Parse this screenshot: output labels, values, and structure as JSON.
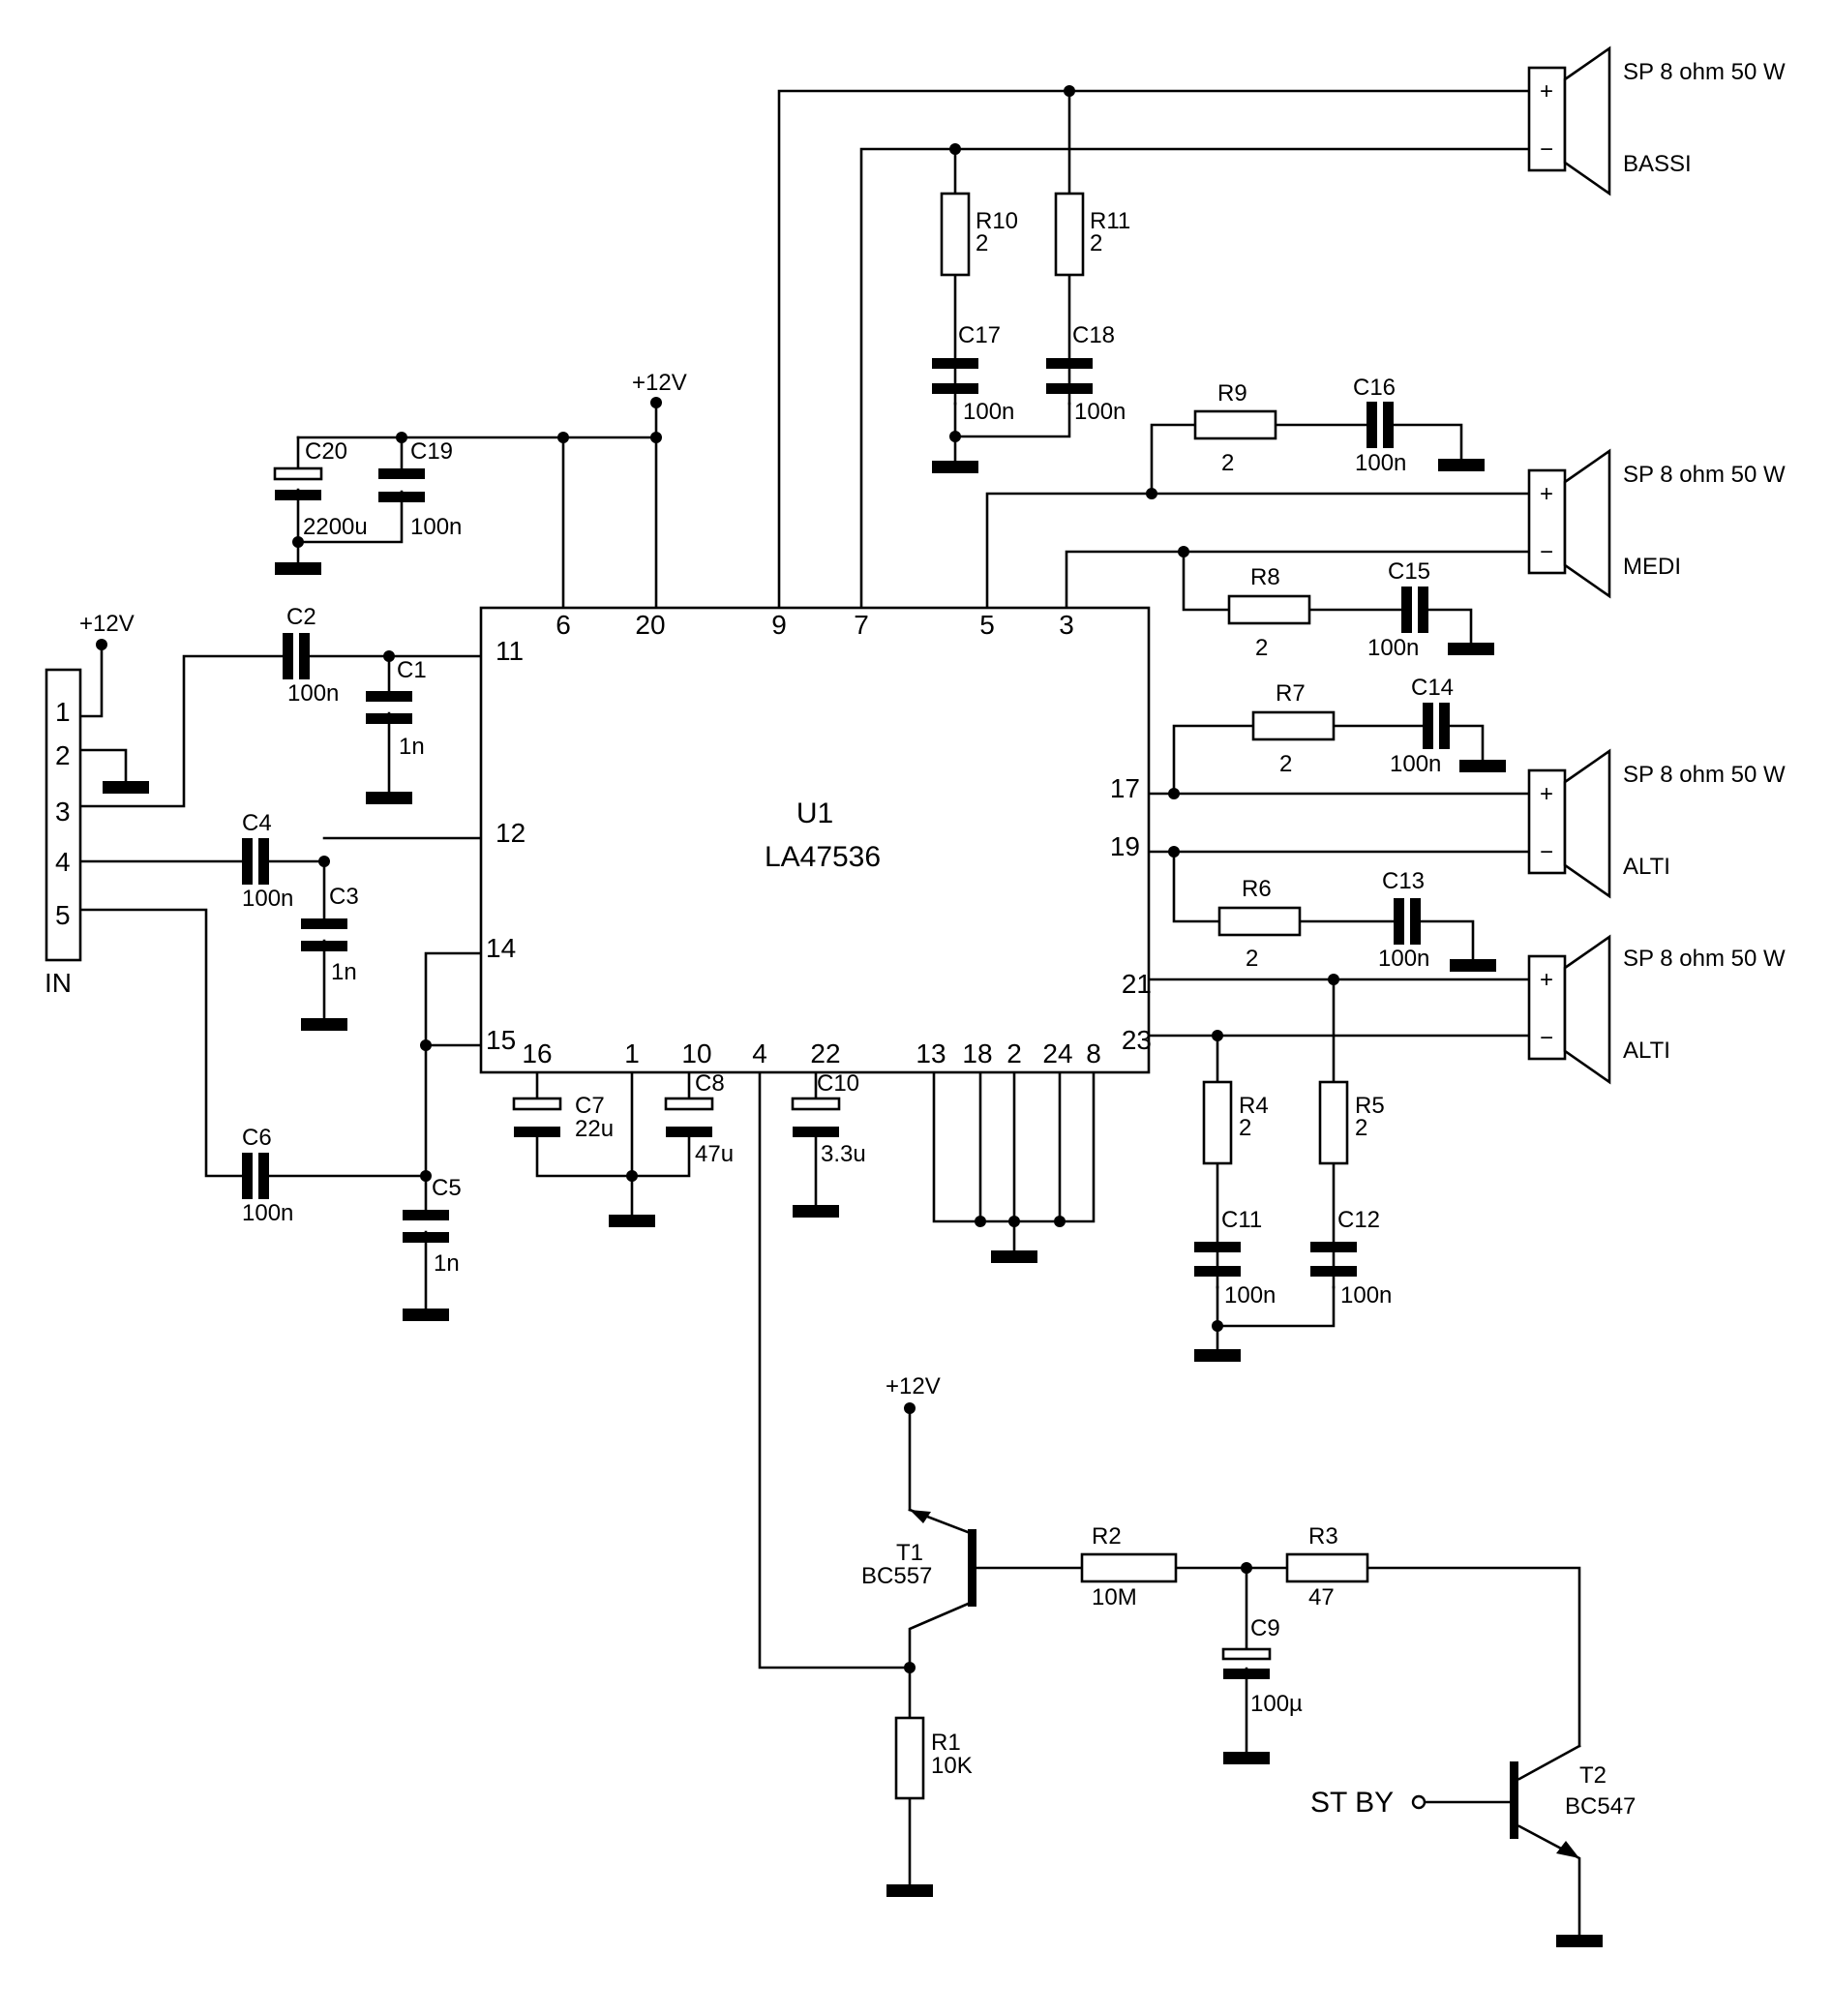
{
  "ic": {
    "ref": "U1",
    "part": "LA47536"
  },
  "connector": {
    "label": "IN",
    "pins": [
      "1",
      "2",
      "3",
      "4",
      "5"
    ]
  },
  "supply": {
    "label": "+12V"
  },
  "ic_pins": {
    "p6": "6",
    "p20": "20",
    "p9": "9",
    "p7": "7",
    "p5": "5",
    "p3": "3",
    "p11": "11",
    "p12": "12",
    "p14": "14",
    "p15": "15",
    "p17": "17",
    "p19": "19",
    "p21": "21",
    "p23": "23",
    "p16": "16",
    "p1": "1",
    "p10": "10",
    "p4": "4",
    "p22": "22",
    "p13": "13",
    "p18": "18",
    "p2": "2",
    "p24": "24",
    "p8": "8"
  },
  "speakers": [
    {
      "rating": "SP 8 ohm 50 W",
      "name": "BASSI"
    },
    {
      "rating": "SP 8 ohm 50 W",
      "name": "MEDI"
    },
    {
      "rating": "SP 8 ohm 50 W",
      "name": "ALTI"
    },
    {
      "rating": "SP 8 ohm 50 W",
      "name": "ALTI"
    }
  ],
  "polarity": {
    "plus": "+",
    "minus": "−"
  },
  "components": {
    "C1": {
      "ref": "C1",
      "value": "1n"
    },
    "C2": {
      "ref": "C2",
      "value": "100n"
    },
    "C3": {
      "ref": "C3",
      "value": "1n"
    },
    "C4": {
      "ref": "C4",
      "value": "100n"
    },
    "C5": {
      "ref": "C5",
      "value": "1n"
    },
    "C6": {
      "ref": "C6",
      "value": "100n"
    },
    "C7": {
      "ref": "C7",
      "value": "22u"
    },
    "C8": {
      "ref": "C8",
      "value": "47u"
    },
    "C9": {
      "ref": "C9",
      "value": "100µ"
    },
    "C10": {
      "ref": "C10",
      "value": "3.3u"
    },
    "C11": {
      "ref": "C11",
      "value": "100n"
    },
    "C12": {
      "ref": "C12",
      "value": "100n"
    },
    "C13": {
      "ref": "C13",
      "value": "100n"
    },
    "C14": {
      "ref": "C14",
      "value": "100n"
    },
    "C15": {
      "ref": "C15",
      "value": "100n"
    },
    "C16": {
      "ref": "C16",
      "value": "100n"
    },
    "C17": {
      "ref": "C17",
      "value": "100n"
    },
    "C18": {
      "ref": "C18",
      "value": "100n"
    },
    "C19": {
      "ref": "C19",
      "value": "100n"
    },
    "C20": {
      "ref": "C20",
      "value": "2200u"
    },
    "R1": {
      "ref": "R1",
      "value": "10K"
    },
    "R2": {
      "ref": "R2",
      "value": "10M"
    },
    "R3": {
      "ref": "R3",
      "value": "47"
    },
    "R4": {
      "ref": "R4",
      "value": "2"
    },
    "R5": {
      "ref": "R5",
      "value": "2"
    },
    "R6": {
      "ref": "R6",
      "value": "2"
    },
    "R7": {
      "ref": "R7",
      "value": "2"
    },
    "R8": {
      "ref": "R8",
      "value": "2"
    },
    "R9": {
      "ref": "R9",
      "value": "2"
    },
    "R10": {
      "ref": "R10",
      "value": "2"
    },
    "R11": {
      "ref": "R11",
      "value": "2"
    },
    "T1": {
      "ref": "T1",
      "value": "BC557"
    },
    "T2": {
      "ref": "T2",
      "value": "BC547"
    }
  },
  "standby": {
    "label": "ST BY"
  }
}
